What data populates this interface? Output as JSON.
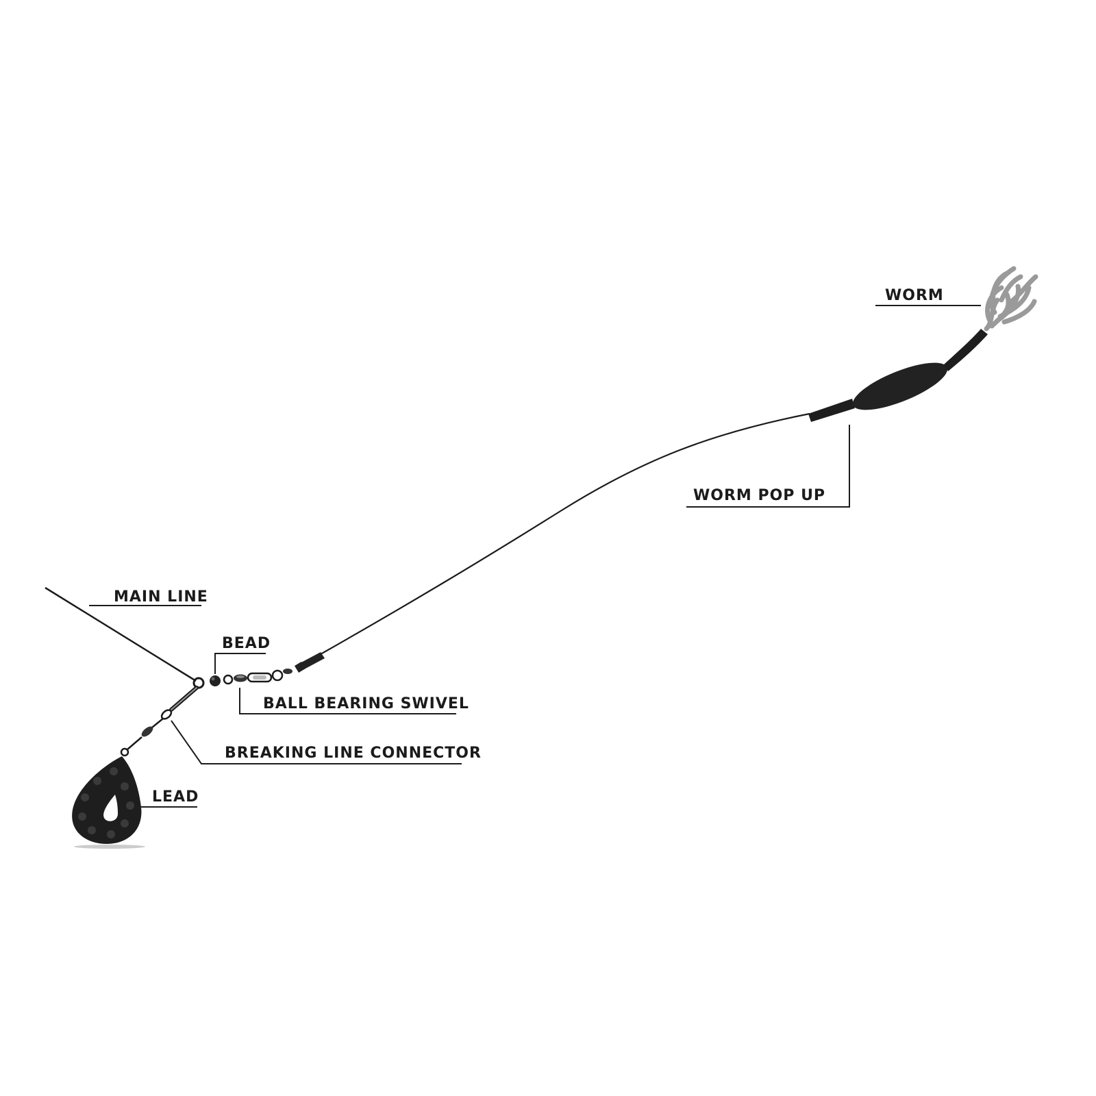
{
  "diagram": {
    "labels": {
      "worm": "WORM",
      "worm_pop_up": "WORM POP UP",
      "main_line": "MAIN LINE",
      "bead": "BEAD",
      "ball_bearing_swivel": "BALL BEARING SWIVEL",
      "breaking_line_connector": "BREAKING LINE CONNECTOR",
      "lead": "LEAD"
    },
    "colors": {
      "line": "#1b1b1b",
      "component_dark": "#222222",
      "worm_grey": "#9a9a9a",
      "lead_dots": "#3a3a3a",
      "background": "#ffffff"
    },
    "icons": {
      "lead": "teardrop-lead-weight-icon",
      "worm": "worm-cluster-icon",
      "pop_up": "foam-pop-up-icon",
      "swivel": "ball-bearing-swivel-icon",
      "bead": "bead-icon",
      "connector": "breaking-line-connector-icon"
    }
  }
}
